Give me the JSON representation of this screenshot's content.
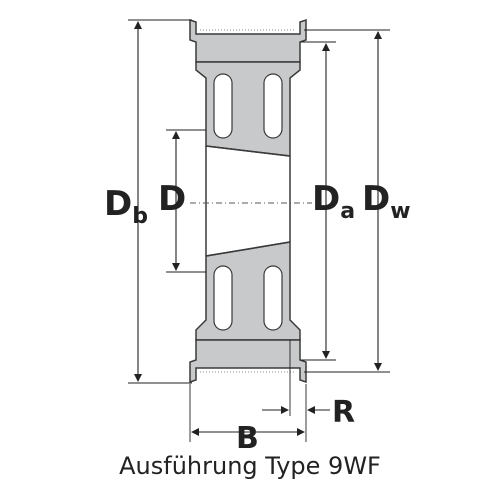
{
  "labels": {
    "db_main": "D",
    "db_sub": "b",
    "d": "D",
    "da_main": "D",
    "da_sub": "a",
    "dw_main": "D",
    "dw_sub": "w",
    "b": "B",
    "r": "R"
  },
  "caption": "Ausführung Type 9WF",
  "colors": {
    "pulley_fill": "#c7c9cb",
    "outline": "#3a3a3a",
    "dimension_line": "#222222",
    "centerline": "#555555"
  }
}
